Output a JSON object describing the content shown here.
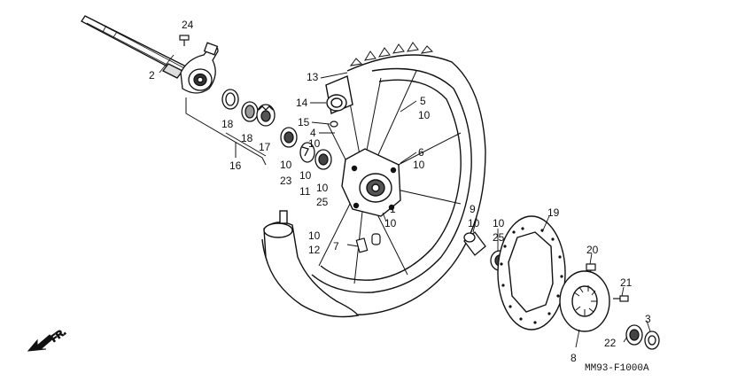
{
  "diagram": {
    "figure_code": "MM93-F1000A",
    "direction_label": "FR.",
    "callouts": [
      {
        "id": "c24",
        "text": "24"
      },
      {
        "id": "c2",
        "text": "2"
      },
      {
        "id": "c13",
        "text": "13"
      },
      {
        "id": "c14",
        "text": "14"
      },
      {
        "id": "c15",
        "text": "15"
      },
      {
        "id": "c4",
        "text": "4"
      },
      {
        "id": "c10a",
        "text": "10"
      },
      {
        "id": "c5",
        "text": "5"
      },
      {
        "id": "c10b",
        "text": "10"
      },
      {
        "id": "c6",
        "text": "6"
      },
      {
        "id": "c10c",
        "text": "10"
      },
      {
        "id": "c18a",
        "text": "18"
      },
      {
        "id": "c18b",
        "text": "18"
      },
      {
        "id": "c17",
        "text": "17"
      },
      {
        "id": "c16",
        "text": "16"
      },
      {
        "id": "c10d",
        "text": "10"
      },
      {
        "id": "c23",
        "text": "23"
      },
      {
        "id": "c10e",
        "text": "10"
      },
      {
        "id": "c11",
        "text": "11"
      },
      {
        "id": "c10f",
        "text": "10"
      },
      {
        "id": "c25a",
        "text": "25"
      },
      {
        "id": "c1",
        "text": "1"
      },
      {
        "id": "c10g",
        "text": "10"
      },
      {
        "id": "c10h",
        "text": "10"
      },
      {
        "id": "c12",
        "text": "12"
      },
      {
        "id": "c7",
        "text": "7"
      },
      {
        "id": "c9",
        "text": "9"
      },
      {
        "id": "c10i",
        "text": "10"
      },
      {
        "id": "c10j",
        "text": "10"
      },
      {
        "id": "c25b",
        "text": "25"
      },
      {
        "id": "c19",
        "text": "19"
      },
      {
        "id": "c20",
        "text": "20"
      },
      {
        "id": "c21",
        "text": "21"
      },
      {
        "id": "c3",
        "text": "3"
      },
      {
        "id": "c22",
        "text": "22"
      },
      {
        "id": "c8",
        "text": "8"
      }
    ]
  }
}
